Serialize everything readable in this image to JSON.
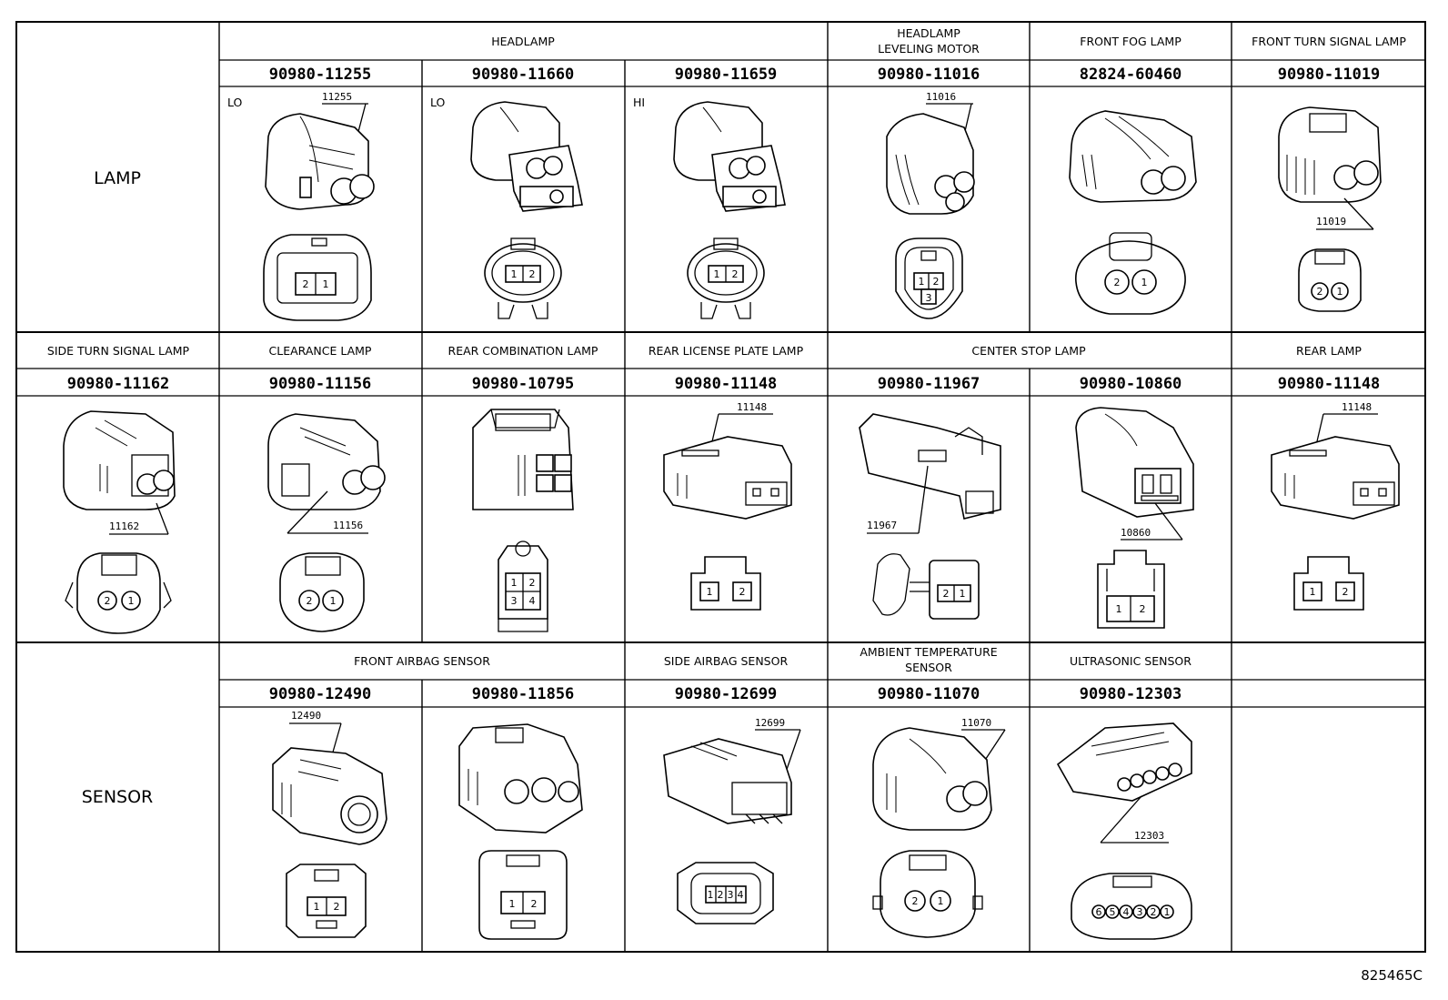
{
  "groups": {
    "lamp": "LAMP",
    "sensor": "SENSOR"
  },
  "row1": {
    "headers": {
      "headlamp": "HEADLAMP",
      "leveling_line1": "HEADLAMP",
      "leveling_line2": "LEVELING MOTOR",
      "front_fog": "FRONT FOG LAMP",
      "front_turn": "FRONT TURN SIGNAL LAMP"
    },
    "cells": [
      {
        "part": "90980-11255",
        "tag": "LO",
        "callout": "11255",
        "pins": [
          "2",
          "1"
        ]
      },
      {
        "part": "90980-11660",
        "tag": "LO",
        "callout": "",
        "pins": [
          "1",
          "2"
        ]
      },
      {
        "part": "90980-11659",
        "tag": "HI",
        "callout": "",
        "pins": [
          "1",
          "2"
        ]
      },
      {
        "part": "90980-11016",
        "tag": "",
        "callout": "11016",
        "pins": [
          "1",
          "2",
          "3"
        ]
      },
      {
        "part": "82824-60460",
        "tag": "",
        "callout": "",
        "pins": [
          "2",
          "1"
        ]
      },
      {
        "part": "90980-11019",
        "tag": "",
        "callout": "11019",
        "pins": [
          "2",
          "1"
        ]
      }
    ]
  },
  "row2": {
    "headers": {
      "side_turn": "SIDE TURN SIGNAL LAMP",
      "clearance": "CLEARANCE LAMP",
      "rear_combination": "REAR COMBINATION LAMP",
      "rear_license": "REAR LICENSE PLATE LAMP",
      "center_stop": "CENTER STOP LAMP",
      "rear_lamp": "REAR LAMP"
    },
    "cells": [
      {
        "part": "90980-11162",
        "callout": "11162",
        "pins": [
          "2",
          "1"
        ]
      },
      {
        "part": "90980-11156",
        "callout": "11156",
        "pins": [
          "2",
          "1"
        ]
      },
      {
        "part": "90980-10795",
        "callout": "",
        "pins": [
          "1",
          "2",
          "3",
          "4"
        ]
      },
      {
        "part": "90980-11148",
        "callout": "11148",
        "pins": [
          "1",
          "2"
        ]
      },
      {
        "part": "90980-11967",
        "callout": "11967",
        "pins": [
          "2",
          "1"
        ]
      },
      {
        "part": "90980-10860",
        "callout": "10860",
        "pins": [
          "1",
          "2"
        ]
      },
      {
        "part": "90980-11148",
        "callout": "11148",
        "pins": [
          "1",
          "2"
        ]
      }
    ]
  },
  "row3": {
    "headers": {
      "front_airbag": "FRONT AIRBAG SENSOR",
      "side_airbag": "SIDE AIRBAG SENSOR",
      "ambient_line1": "AMBIENT TEMPERATURE",
      "ambient_line2": "SENSOR",
      "ultrasonic": "ULTRASONIC SENSOR"
    },
    "cells": [
      {
        "part": "90980-12490",
        "callout": "12490",
        "pins": [
          "1",
          "2"
        ]
      },
      {
        "part": "90980-11856",
        "callout": "",
        "pins": [
          "1",
          "2"
        ]
      },
      {
        "part": "90980-12699",
        "callout": "12699",
        "pins": [
          "1",
          "2",
          "3",
          "4"
        ]
      },
      {
        "part": "90980-11070",
        "callout": "11070",
        "pins": [
          "2",
          "1"
        ]
      },
      {
        "part": "90980-12303",
        "callout": "12303",
        "pins": [
          "6",
          "5",
          "4",
          "3",
          "2",
          "1"
        ]
      }
    ]
  },
  "figure_code": "825465C"
}
